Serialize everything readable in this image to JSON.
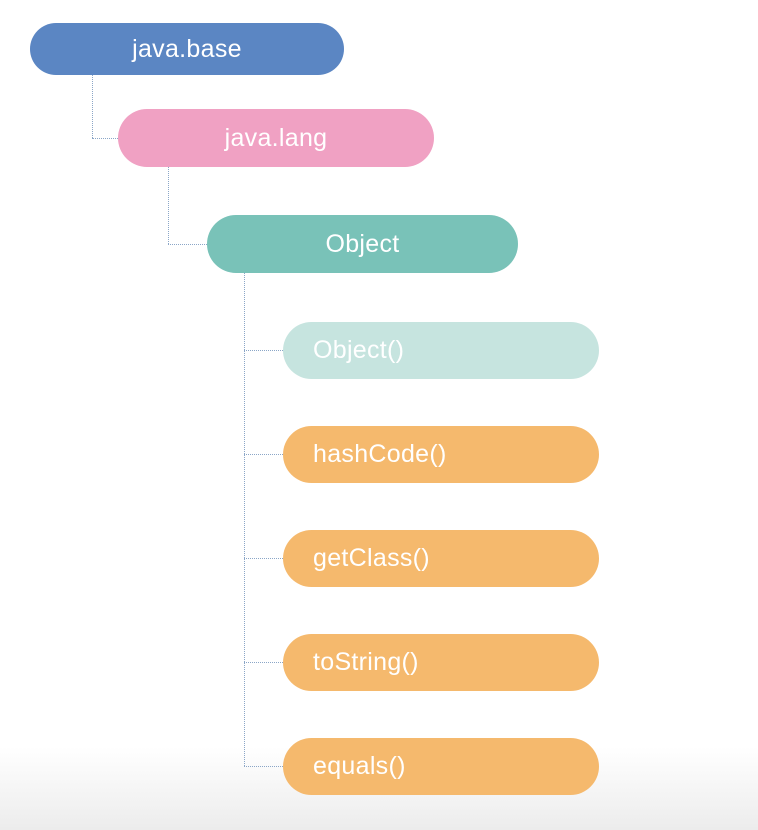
{
  "diagram": {
    "type": "tree",
    "text_color": "#ffffff",
    "connector_color": "#8ba6c7",
    "nodes": [
      {
        "id": "java-base",
        "label": "java.base",
        "kind": "module",
        "parent": null,
        "color": "#5b86c3"
      },
      {
        "id": "java-lang",
        "label": "java.lang",
        "kind": "package",
        "parent": "java-base",
        "color": "#f0a1c3"
      },
      {
        "id": "object",
        "label": "Object",
        "kind": "class",
        "parent": "java-lang",
        "color": "#79c2b8"
      },
      {
        "id": "object-ctor",
        "label": "Object()",
        "kind": "constructor",
        "parent": "object",
        "color": "#c6e4df"
      },
      {
        "id": "hashcode",
        "label": "hashCode()",
        "kind": "method",
        "parent": "object",
        "color": "#f5b96d"
      },
      {
        "id": "getclass",
        "label": "getClass()",
        "kind": "method",
        "parent": "object",
        "color": "#f5b96d"
      },
      {
        "id": "tostring",
        "label": "toString()",
        "kind": "method",
        "parent": "object",
        "color": "#f5b96d"
      },
      {
        "id": "equals",
        "label": "equals()",
        "kind": "method",
        "parent": "object",
        "color": "#f5b96d"
      }
    ]
  }
}
